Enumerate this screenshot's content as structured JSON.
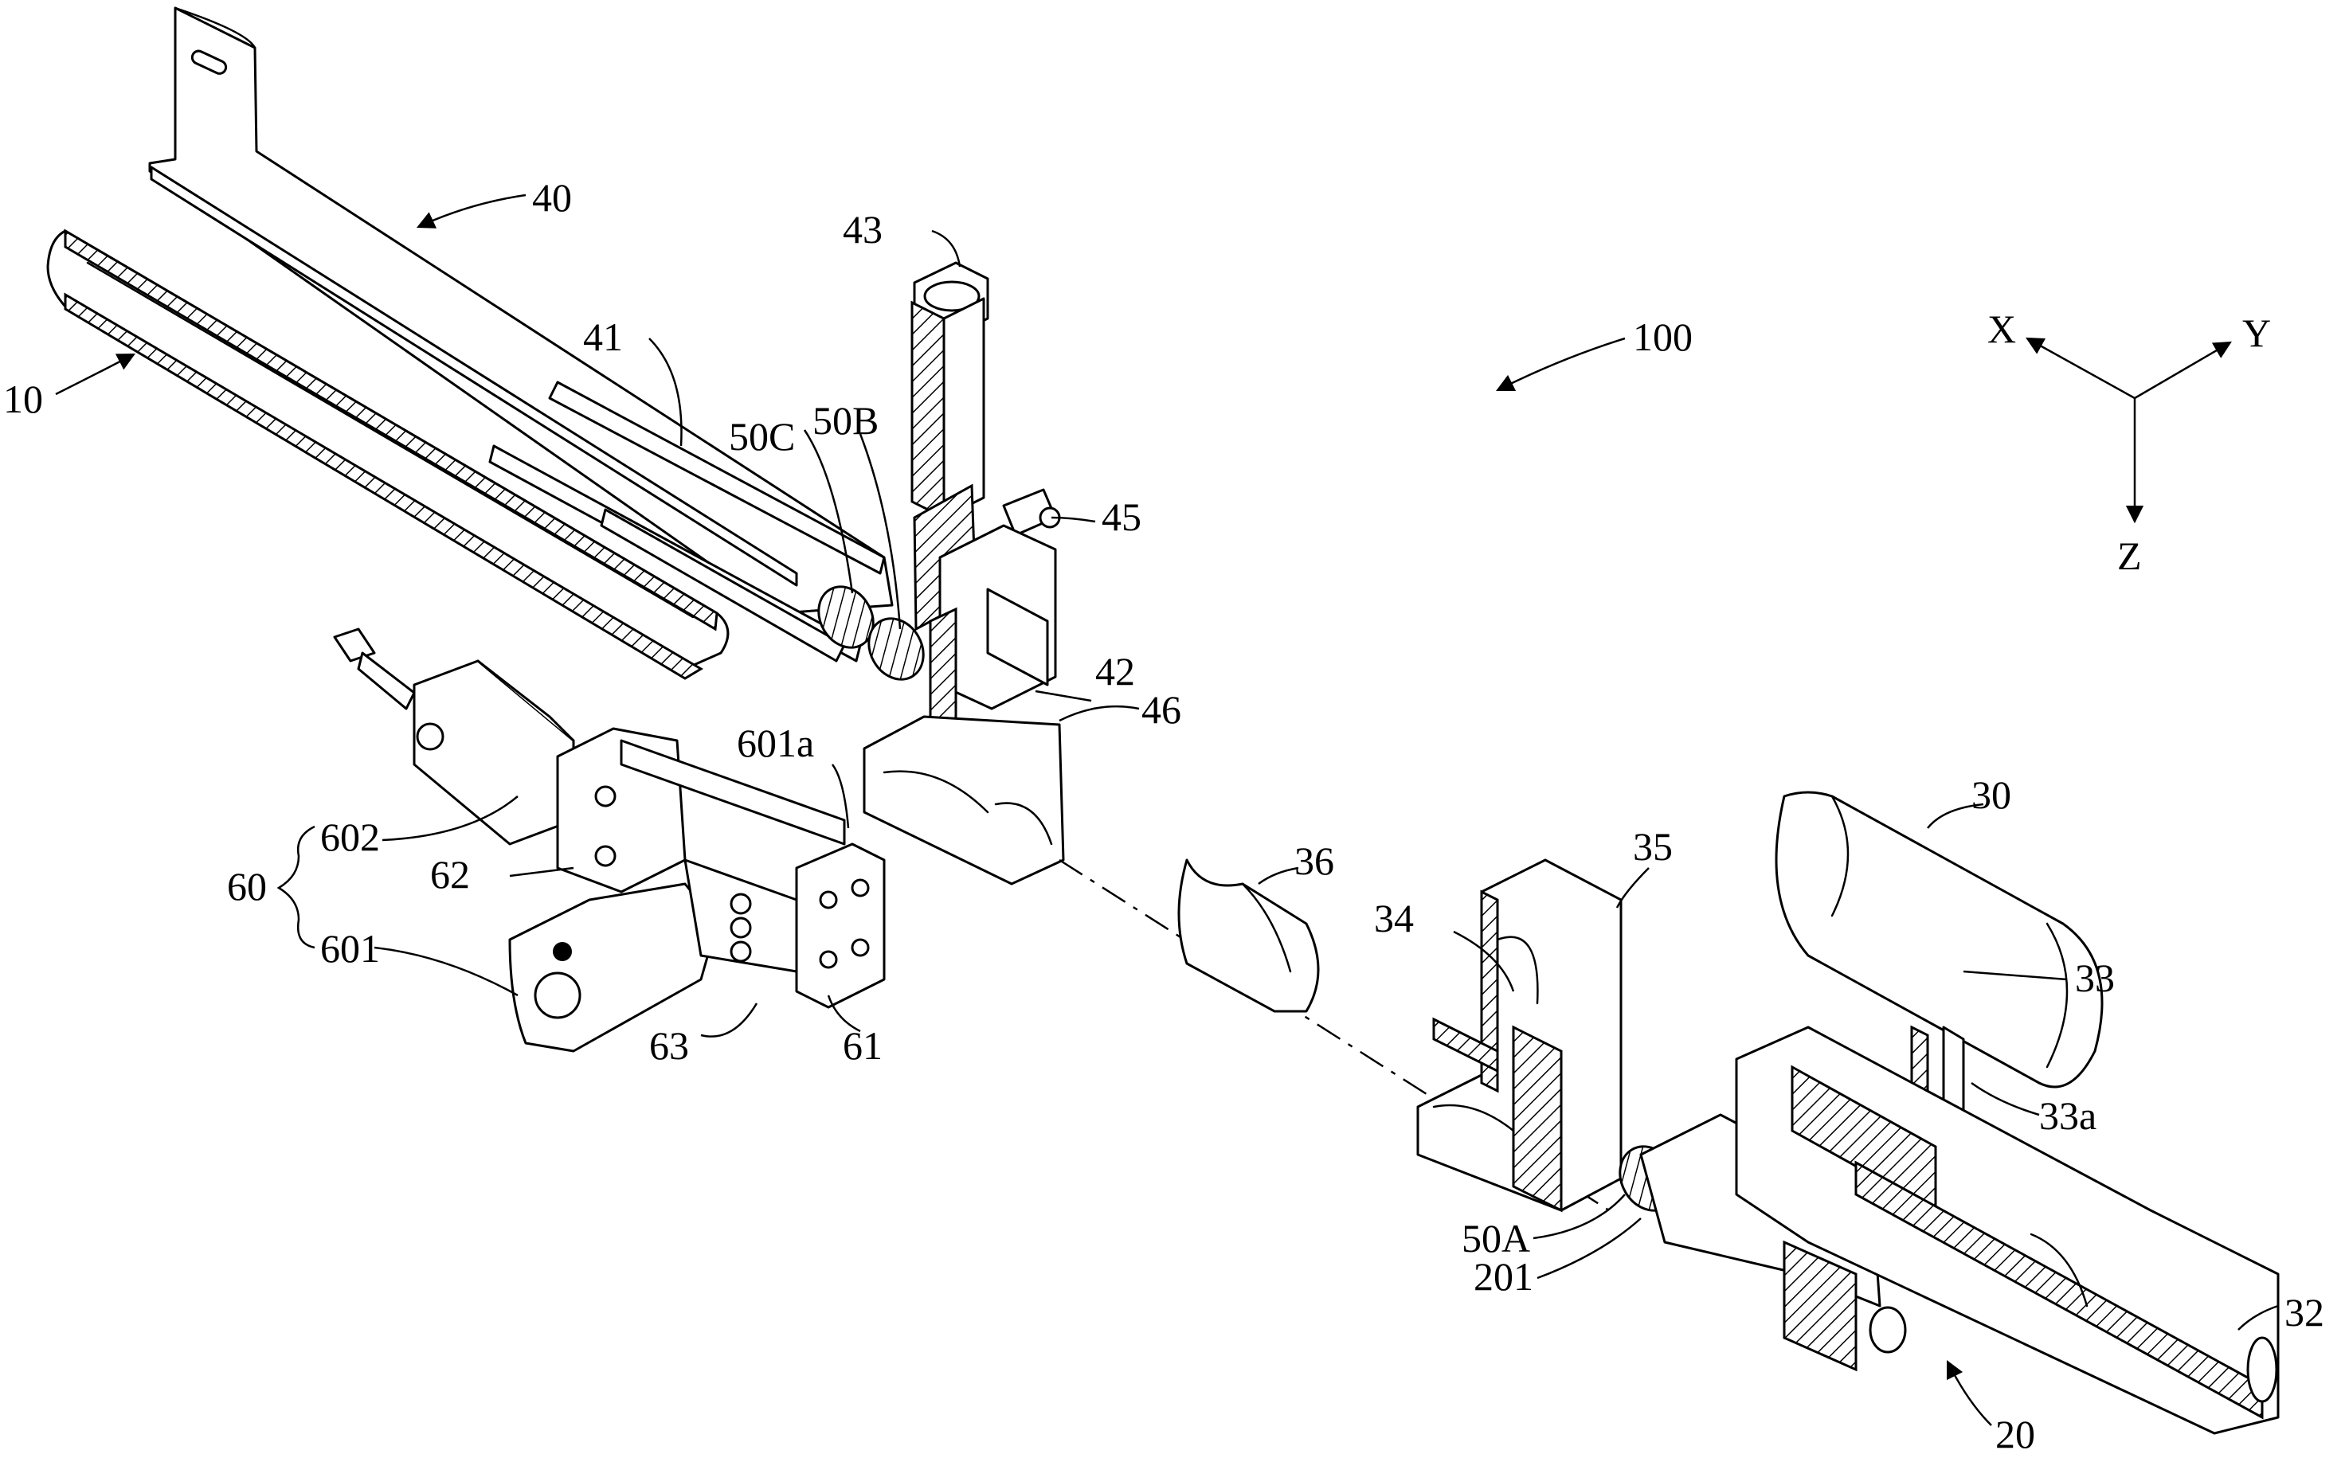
{
  "labels": {
    "l100": "100",
    "l10": "10",
    "l20": "20",
    "l30": "30",
    "l32": "32",
    "l33": "33",
    "l33a": "33a",
    "l34": "34",
    "l35": "35",
    "l36": "36",
    "l40": "40",
    "l41": "41",
    "l42": "42",
    "l43": "43",
    "l45": "45",
    "l46": "46",
    "l50A": "50A",
    "l50B": "50B",
    "l50C": "50C",
    "l60": "60",
    "l61": "61",
    "l62": "62",
    "l63": "63",
    "l201": "201",
    "l601": "601",
    "l601a": "601a",
    "l602": "602"
  },
  "axes": {
    "x": "X",
    "y": "Y",
    "z": "Z"
  }
}
